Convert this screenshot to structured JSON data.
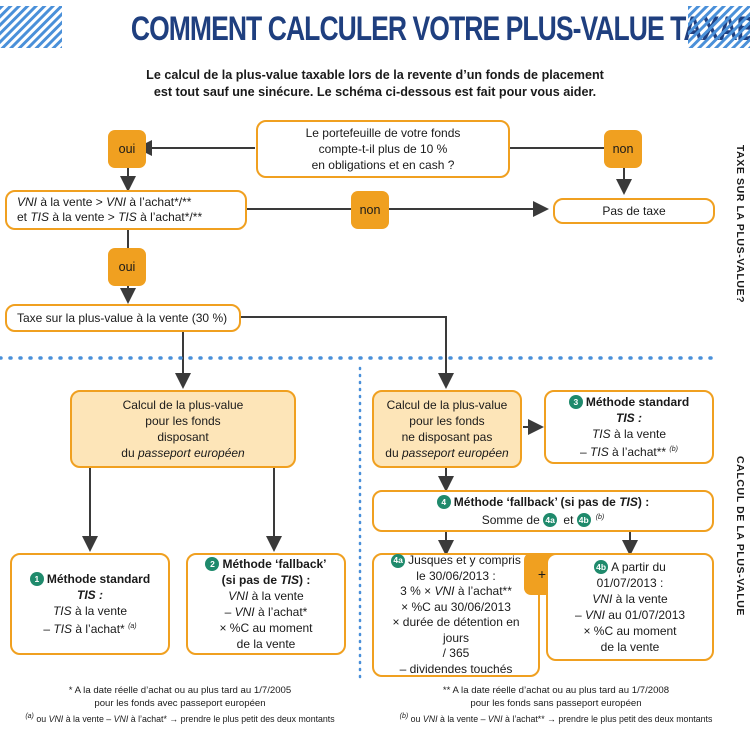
{
  "title": "COMMENT CALCULER VOTRE PLUS-VALUE TAXABLE",
  "subtitle": {
    "line1": "Le calcul de la plus-value taxable lors de la revente d’un fonds de placement",
    "line2": "est tout sauf une sinécure. Le schéma ci-dessous est fait pour vous aider."
  },
  "side_labels": {
    "top": "TAXE SUR LA PLUS-VALUE?",
    "bottom": "CALCUL DE LA PLUS-VALUE"
  },
  "q_portfolio": {
    "l1": "Le portefeuille de votre fonds",
    "l2": "compte-t-il plus de 10 %",
    "l3": "en obligations et en cash ?"
  },
  "oui": "oui",
  "non": "non",
  "plus": "+",
  "q_vni": {
    "a1": "VNI",
    "a2": " à la vente > ",
    "a3": "VNI",
    "a4": " à l’achat*/**",
    "b1": "et ",
    "b2": "TIS",
    "b3": " à la vente > ",
    "b4": "TIS",
    "b5": " à l’achat*/**"
  },
  "no_tax": "Pas de taxe",
  "tax30": "Taxe sur la plus-value à la vente (30 %)",
  "calc_eu": {
    "l1": "Calcul de la plus-value",
    "l2": "pour les fonds",
    "l3": "disposant",
    "l4a": "du ",
    "l4b": "passeport européen"
  },
  "calc_noneu": {
    "l1": "Calcul de la plus-value",
    "l2": "pour les fonds",
    "l3": "ne disposant pas",
    "l4a": "du ",
    "l4b": "passeport européen"
  },
  "m1": {
    "num": "1",
    "title": "Méthode standard",
    "tis": "TIS :",
    "l1a": "TIS",
    "l1b": " à la vente",
    "l2a": "– ",
    "l2b": "TIS",
    "l2c": " à l’achat* ",
    "l2d": "(a)"
  },
  "m2": {
    "num": "2",
    "title": "Méthode ‘fallback’",
    "sub_a": "(si pas de ",
    "sub_b": "TIS",
    "sub_c": ") :",
    "l1a": "VNI",
    "l1b": " à la vente",
    "l2a": "– ",
    "l2b": "VNI",
    "l2c": " à l’achat*",
    "l3": "× %C au moment",
    "l4": "de la vente"
  },
  "m3": {
    "num": "3",
    "title": "Méthode standard",
    "tis": "TIS :",
    "l1a": "TIS",
    "l1b": " à la vente",
    "l2a": "– ",
    "l2b": "TIS",
    "l2c": " à l’achat** ",
    "l2d": "(b)"
  },
  "m4": {
    "num": "4",
    "title_a": "Méthode ‘fallback’ (si pas de ",
    "title_b": "TIS",
    "title_c": ") :",
    "sum_a": "Somme de ",
    "n4a": "4a",
    "sum_b": " et ",
    "n4b": "4b",
    "sum_c": " (b)"
  },
  "m4a": {
    "num": "4a",
    "l1": "Jusques et y compris",
    "l2": "le 30/06/2013 :",
    "l3a": "3 % × ",
    "l3b": "VNI",
    "l3c": " à l’achat**",
    "l4": "× %C au 30/06/2013",
    "l5": "× durée de détention en jours",
    "l6": "/ 365",
    "l7": "– dividendes touchés"
  },
  "m4b": {
    "num": "4b",
    "l1": "A partir du",
    "l2": "01/07/2013 :",
    "l3a": "VNI",
    "l3b": " à la vente",
    "l4a": "– ",
    "l4b": "VNI",
    "l4c": " au 01/07/2013",
    "l5": "× %C au moment",
    "l6": "de la vente"
  },
  "foot_left": {
    "l1": "* A la date réelle d’achat ou au plus tard au 1/7/2005",
    "l2": "pour les fonds avec passeport européen",
    "l3a": "(a)",
    "l3b": " ou ",
    "l3c": "VNI",
    "l3d": " à la vente – ",
    "l3e": "VNI",
    "l3f": " à l’achat* → prendre le plus petit des deux montants"
  },
  "foot_right": {
    "l1": "** A la date réelle d’achat ou au plus tard au 1/7/2008",
    "l2": "pour les fonds sans passeport européen",
    "l3a": "(b)",
    "l3b": " ou ",
    "l3c": "VNI",
    "l3d": " à la vente – ",
    "l3e": "VNI",
    "l3f": " à l’achat** → prendre le plus petit des deux montants"
  },
  "colors": {
    "title": "#1f3f7f",
    "accent": "#f0a020",
    "fill": "#fde5b8",
    "badge": "#1f8a6c",
    "stripe": "#4a90d9",
    "dots": "#4a90d9",
    "arrow": "#3a3a3a"
  }
}
